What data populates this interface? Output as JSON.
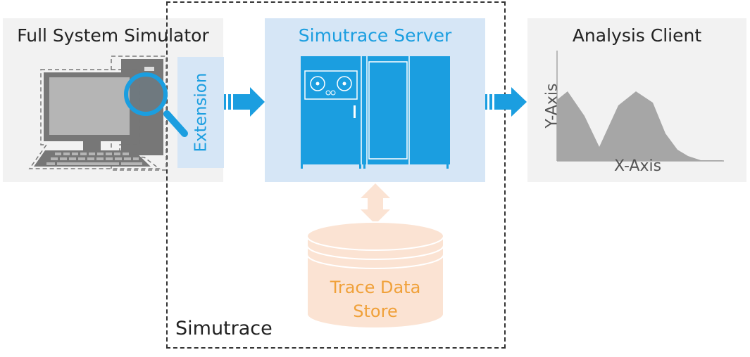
{
  "simulator": {
    "title": "Full System Simulator",
    "extension_label": "Extension"
  },
  "server": {
    "title": "Simutrace Server"
  },
  "store": {
    "line1": "Trace Data",
    "line2": "Store"
  },
  "analysis": {
    "title": "Analysis Client",
    "x_axis": "X-Axis",
    "y_axis": "Y-Axis"
  },
  "group": {
    "label": "Simutrace"
  },
  "colors": {
    "accent_blue": "#1b9ee0",
    "light_blue": "#d6e6f6",
    "panel_gray": "#f2f2f2",
    "store_orange": "#f0a13a",
    "store_fill": "#fbe3d3",
    "chart_gray": "#a6a6a6"
  }
}
